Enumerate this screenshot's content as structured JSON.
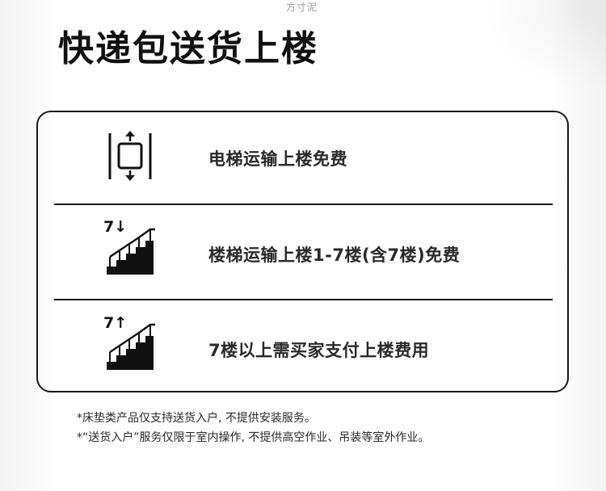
{
  "watermark": "方寸泥",
  "title": "快递包送货上楼",
  "rows": [
    {
      "icon": "elevator-icon",
      "text": "电梯运输上楼免费"
    },
    {
      "icon": "stairs-down-icon",
      "floor_label": "7↓",
      "text": "楼梯运输上楼1-7楼(含7楼)免费"
    },
    {
      "icon": "stairs-up-icon",
      "floor_label": "7↑",
      "text": "7楼以上需买家支付上楼费用"
    }
  ],
  "notes": [
    "*床垫类产品仅支持送货入户, 不提供安装服务。",
    "*“送货入户”服务仅限于室内操作, 不提供高空作业、吊装等室外作业。"
  ],
  "colors": {
    "text": "#1a1a1a",
    "background": "#ffffff",
    "watermark": "#9a9a9a"
  }
}
